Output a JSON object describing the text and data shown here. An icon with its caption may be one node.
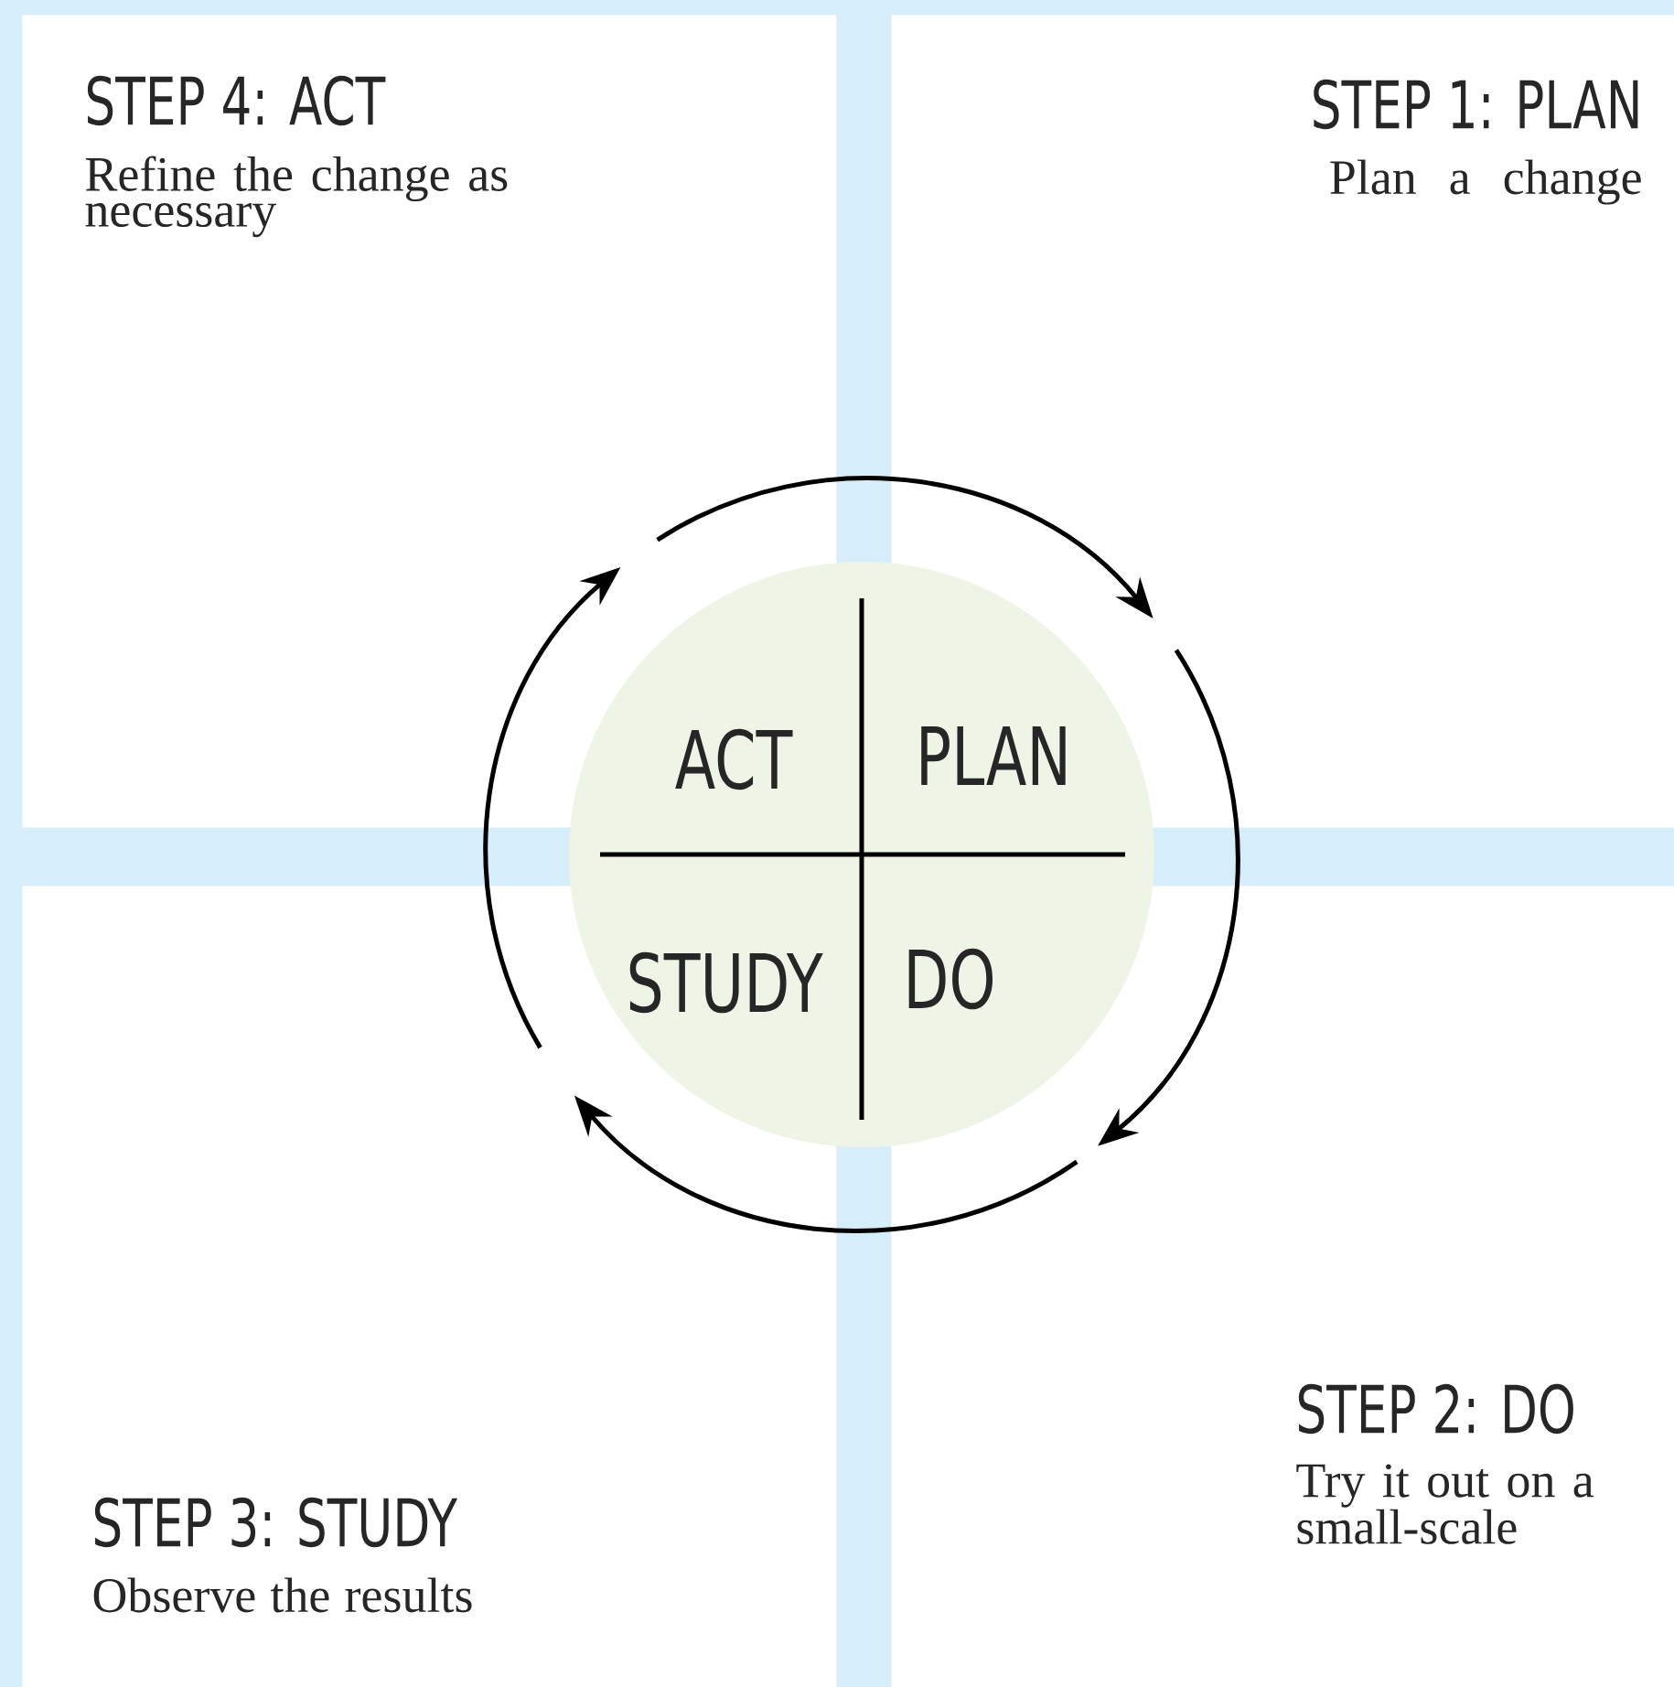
{
  "diagram": {
    "nodes": [
      {
        "text": [
          "STEP 4: ACT",
          "Refine the change as necessary"
        ]
      },
      {
        "text": [
          "STEP 1: PLAN",
          "Plan a change"
        ]
      },
      {
        "text": [
          "STEP 3: STUDY",
          "Observe the results"
        ]
      },
      {
        "text": [
          "STEP 2: DO",
          "Try it out on a small-scale"
        ]
      },
      {
        "text": [
          "ACT",
          "PLAN",
          "STUDY",
          "DO"
        ]
      }
    ],
    "edges": [
      {
        "from": 0,
        "to": 1,
        "arrow": "to"
      },
      {
        "from": 1,
        "to": 3,
        "arrow": "to"
      },
      {
        "from": 3,
        "to": 2,
        "arrow": "to"
      },
      {
        "from": 2,
        "to": 0,
        "arrow": "to"
      }
    ]
  }
}
